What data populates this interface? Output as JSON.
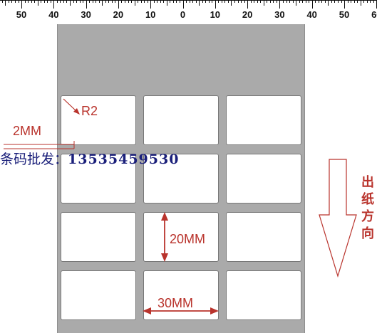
{
  "ruler": {
    "labels": [
      "50",
      "40",
      "30",
      "20",
      "10",
      "0",
      "10",
      "20",
      "30",
      "40",
      "50",
      "60"
    ]
  },
  "annotations": {
    "radius": "R2",
    "gap": "2MM",
    "label_height": "20MM",
    "label_width": "30MM",
    "feed_direction": [
      "出",
      "纸",
      "方",
      "向"
    ]
  },
  "promo": {
    "prefix": "条码批发：",
    "phone": "13535459530"
  },
  "sheet": {
    "rows": 4,
    "columns": 3
  },
  "colors": {
    "sheet": "#aaaaaa",
    "annotation": "#b9332c",
    "promo_text": "#1a1f7a"
  }
}
